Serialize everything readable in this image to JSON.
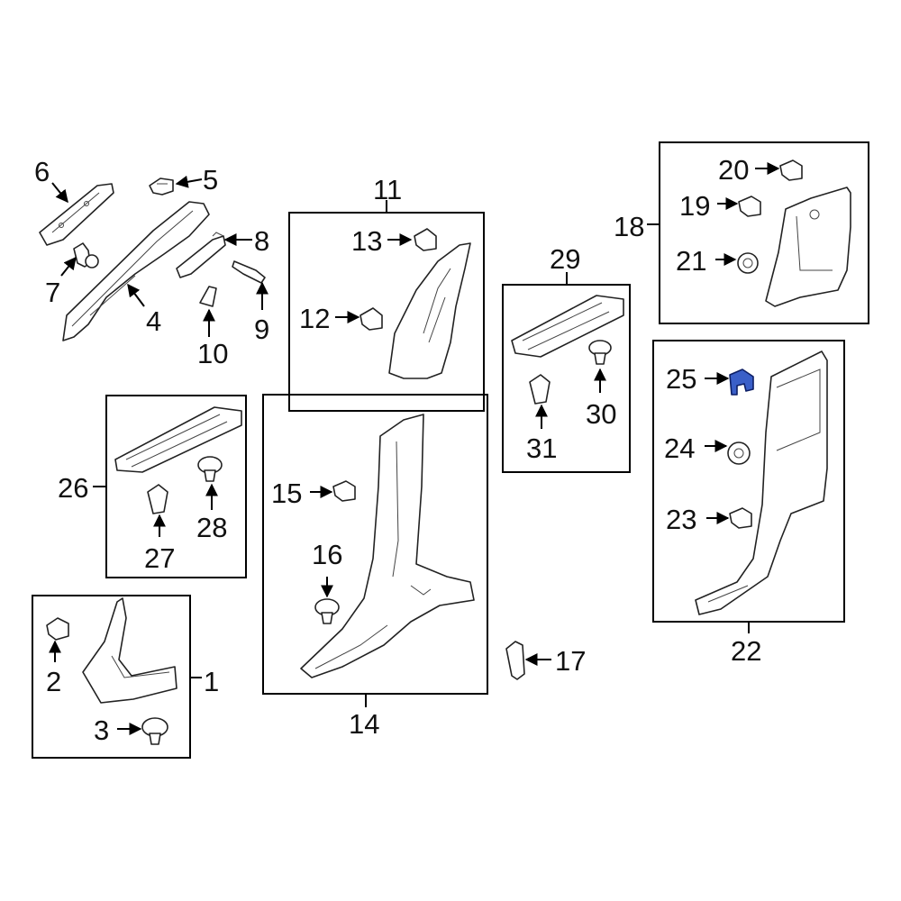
{
  "callouts": {
    "c1": "1",
    "c2": "2",
    "c3": "3",
    "c4": "4",
    "c5": "5",
    "c6": "6",
    "c7": "7",
    "c8": "8",
    "c9": "9",
    "c10": "10",
    "c11": "11",
    "c12": "12",
    "c13": "13",
    "c14": "14",
    "c15": "15",
    "c16": "16",
    "c17": "17",
    "c18": "18",
    "c19": "19",
    "c20": "20",
    "c21": "21",
    "c22": "22",
    "c23": "23",
    "c24": "24",
    "c25": "25",
    "c26": "26",
    "c27": "27",
    "c28": "28",
    "c29": "29",
    "c30": "30",
    "c31": "31"
  },
  "highlighted_part": "25",
  "colors": {
    "highlight": "#3a5fc8",
    "line": "#000000",
    "background": "#ffffff"
  }
}
